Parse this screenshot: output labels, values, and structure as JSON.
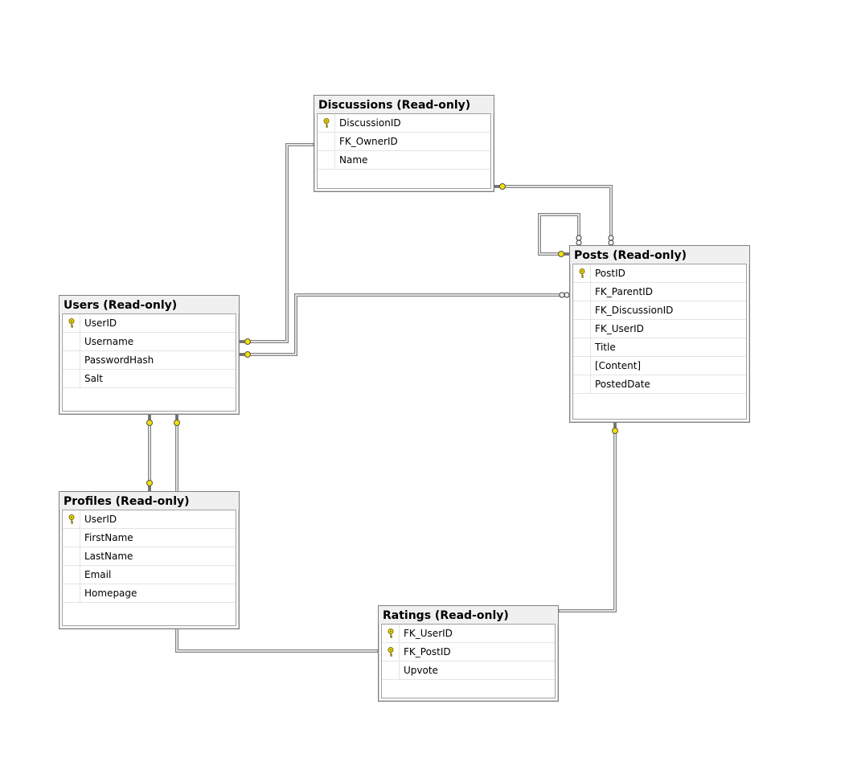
{
  "tables": [
    {
      "id": "discussions",
      "title": "Discussions (Read-only)",
      "columns": [
        {
          "name": "DiscussionID",
          "key": true
        },
        {
          "name": "FK_OwnerID",
          "key": false
        },
        {
          "name": "Name",
          "key": false
        }
      ]
    },
    {
      "id": "posts",
      "title": "Posts (Read-only)",
      "columns": [
        {
          "name": "PostID",
          "key": true
        },
        {
          "name": "FK_ParentID",
          "key": false
        },
        {
          "name": "FK_DiscussionID",
          "key": false
        },
        {
          "name": "FK_UserID",
          "key": false
        },
        {
          "name": "Title",
          "key": false
        },
        {
          "name": "[Content]",
          "key": false
        },
        {
          "name": "PostedDate",
          "key": false
        }
      ]
    },
    {
      "id": "users",
      "title": "Users (Read-only)",
      "columns": [
        {
          "name": "UserID",
          "key": true
        },
        {
          "name": "Username",
          "key": false
        },
        {
          "name": "PasswordHash",
          "key": false
        },
        {
          "name": "Salt",
          "key": false
        }
      ]
    },
    {
      "id": "profiles",
      "title": "Profiles (Read-only)",
      "columns": [
        {
          "name": "UserID",
          "key": true
        },
        {
          "name": "FirstName",
          "key": false
        },
        {
          "name": "LastName",
          "key": false
        },
        {
          "name": "Email",
          "key": false
        },
        {
          "name": "Homepage",
          "key": false
        }
      ]
    },
    {
      "id": "ratings",
      "title": "Ratings (Read-only)",
      "columns": [
        {
          "name": "FK_UserID",
          "key": true
        },
        {
          "name": "FK_PostID",
          "key": true
        },
        {
          "name": "Upvote",
          "key": false
        }
      ]
    }
  ],
  "relationships": [
    {
      "id": "users-discussions",
      "from": "users",
      "to": "discussions"
    },
    {
      "id": "users-posts",
      "from": "users",
      "to": "posts"
    },
    {
      "id": "discussions-posts",
      "from": "discussions",
      "to": "posts"
    },
    {
      "id": "posts-posts",
      "from": "posts",
      "to": "posts"
    },
    {
      "id": "posts-ratings",
      "from": "posts",
      "to": "ratings"
    },
    {
      "id": "users-profiles",
      "from": "users",
      "to": "profiles"
    },
    {
      "id": "users-ratings",
      "from": "users",
      "to": "ratings"
    }
  ],
  "colors": {
    "key_icon": "#f2e000",
    "connector": "#808080",
    "title_bar": "#f0f0f0"
  }
}
